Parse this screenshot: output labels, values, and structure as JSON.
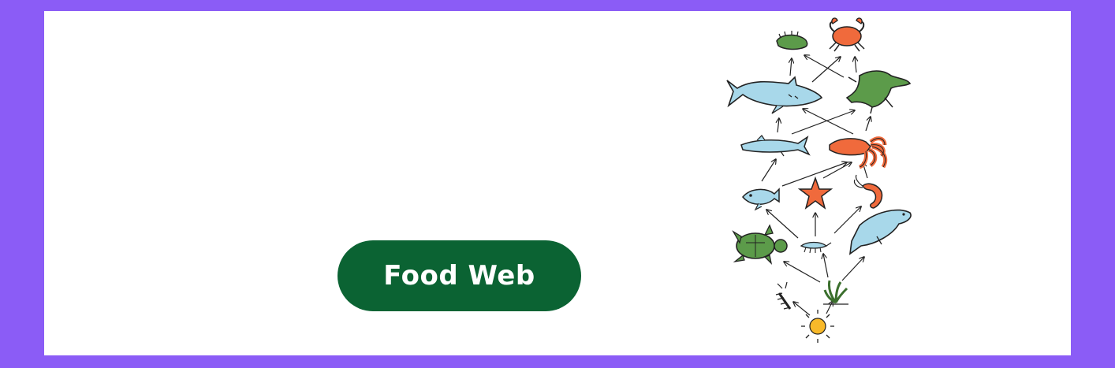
{
  "button": {
    "label": "Food Web"
  },
  "colors": {
    "frame": "#8b5cf6",
    "panel": "#ffffff",
    "button": "#0b6333",
    "blue_organism": "#a8d8ea",
    "green_organism": "#5c9b4a",
    "orange_organism": "#f06a3c",
    "sun": "#f8b92a"
  },
  "organisms": [
    "sea-cucumber",
    "crab",
    "shark",
    "crocodile",
    "barracuda",
    "squid",
    "small-fish",
    "starfish",
    "shrimp",
    "sea-turtle",
    "krill",
    "manatee",
    "zooplankton",
    "seaweed",
    "sun"
  ]
}
